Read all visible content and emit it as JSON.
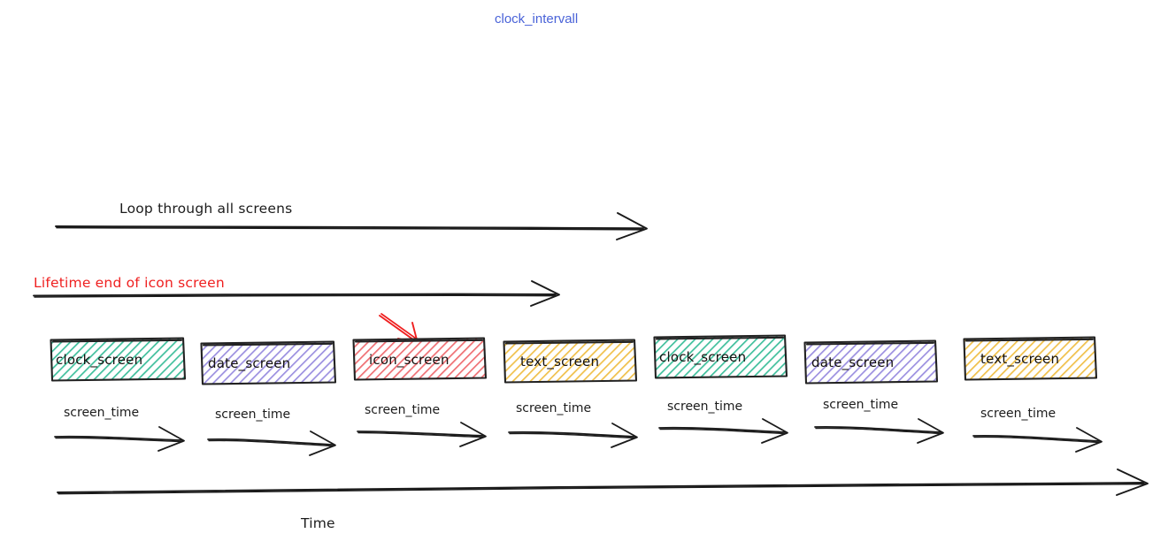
{
  "diagram": {
    "title": "clock_intervall",
    "title_color": "#4a63d8",
    "background": "#ffffff",
    "annotations": {
      "loop_arrow_label": "Loop through all screens",
      "lifetime_arrow_label": "Lifetime end of icon screen",
      "lifetime_label_color": "#ef1f1f",
      "time_axis_label": "Time"
    },
    "screens": [
      {
        "label": "clock_screen",
        "color": "#3fbf9c",
        "fill": "#d9f3ea"
      },
      {
        "label": "date_screen",
        "color": "#9b8fe0",
        "fill": "#e4e0fa"
      },
      {
        "label": "icon_screen",
        "color": "#ef6f73",
        "fill": "#fadede"
      },
      {
        "label": "text_screen",
        "color": "#f0c04a",
        "fill": "#fcf0d2"
      },
      {
        "label": "clock_screen",
        "color": "#3fbf9c",
        "fill": "#d9f3ea"
      },
      {
        "label": "date_screen",
        "color": "#9b8fe0",
        "fill": "#e4e0fa"
      },
      {
        "label": "text_screen",
        "color": "#f0c04a",
        "fill": "#fcf0d2"
      }
    ],
    "screen_time_labels": [
      "screen_time",
      "screen_time",
      "screen_time",
      "screen_time",
      "screen_time",
      "screen_time",
      "screen_time"
    ]
  }
}
